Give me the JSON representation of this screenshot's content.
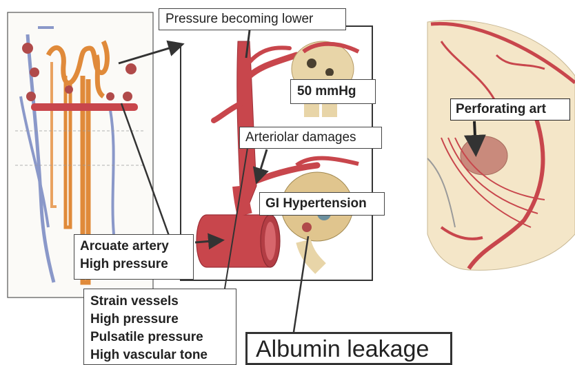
{
  "labels": {
    "pressure_lower": "Pressure becoming lower",
    "mmhg": "50 mmHg",
    "arteriolar": "Arteriolar damages",
    "gi_hypertension": "GI Hypertension",
    "perforating": "Perforating art",
    "arcuate": [
      "Arcuate artery",
      "High pressure"
    ],
    "strain": [
      "Strain vessels",
      "High pressure",
      "Pulsatile pressure",
      "High vascular tone"
    ],
    "albumin": "Albumin leakage"
  },
  "colors": {
    "artery": "#c8464c",
    "artery_dark": "#9c2e36",
    "tubule": "#e08a3a",
    "vein": "#7f8fc4",
    "glomerulus": "#b04a4a",
    "brain_tissue": "#f4e6c8"
  }
}
